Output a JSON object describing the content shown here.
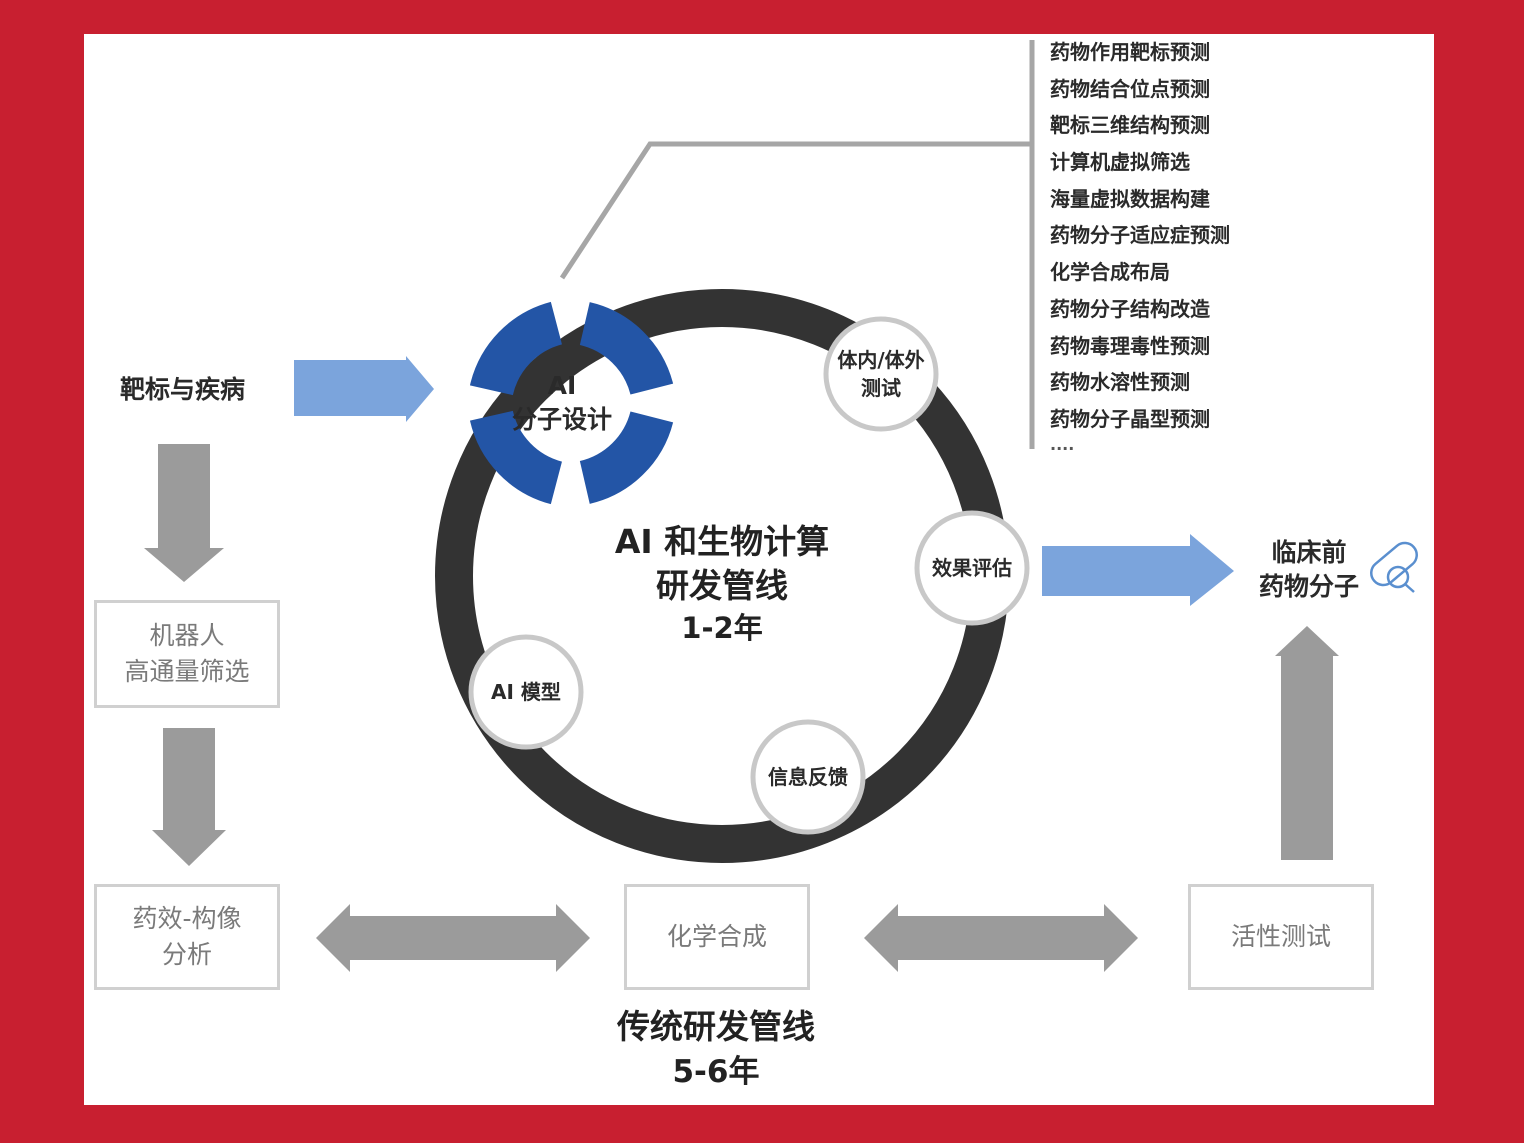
{
  "diagram": {
    "target_disease_label": "靶标与疾病",
    "ai_design_line1": "AI",
    "ai_design_line2": "分子设计",
    "ai_tasks": [
      "药物作用靶标预测",
      "药物结合位点预测",
      "靶标三维结构预测",
      "计算机虚拟筛选",
      "海量虚拟数据构建",
      "药物分子适应症预测",
      "化学合成布局",
      "药物分子结构改造",
      "药物毒理毒性预测",
      "药物水溶性预测",
      "药物分子晶型预测",
      "...."
    ],
    "cycle_nodes": {
      "invivo_line1": "体内/体外",
      "invivo_line2": "测试",
      "evaluation": "效果评估",
      "feedback": "信息反馈",
      "ai_model": "AI 模型"
    },
    "ai_pipeline": {
      "title_line1": "AI 和生物计算",
      "title_line2": "研发管线",
      "duration": "1-2年"
    },
    "traditional_boxes": {
      "robot_line1": "机器人",
      "robot_line2": "高通量筛选",
      "pharma_line1": "药效-构像",
      "pharma_line2": "分析",
      "chem_synthesis": "化学合成",
      "activity_test": "活性测试"
    },
    "traditional_pipeline": {
      "title": "传统研发管线",
      "duration": "5-6年"
    },
    "preclinical": {
      "line1": "临床前",
      "line2": "药物分子",
      "icon": "pill-search-icon"
    },
    "colors": {
      "frame_red": "#c81f30",
      "ai_blue": "#2355a6",
      "arrow_light_blue": "#7ba4dc",
      "arrow_gray": "#9b9b9b",
      "ring_dark": "#333333",
      "box_border": "#d0d0d0"
    }
  }
}
